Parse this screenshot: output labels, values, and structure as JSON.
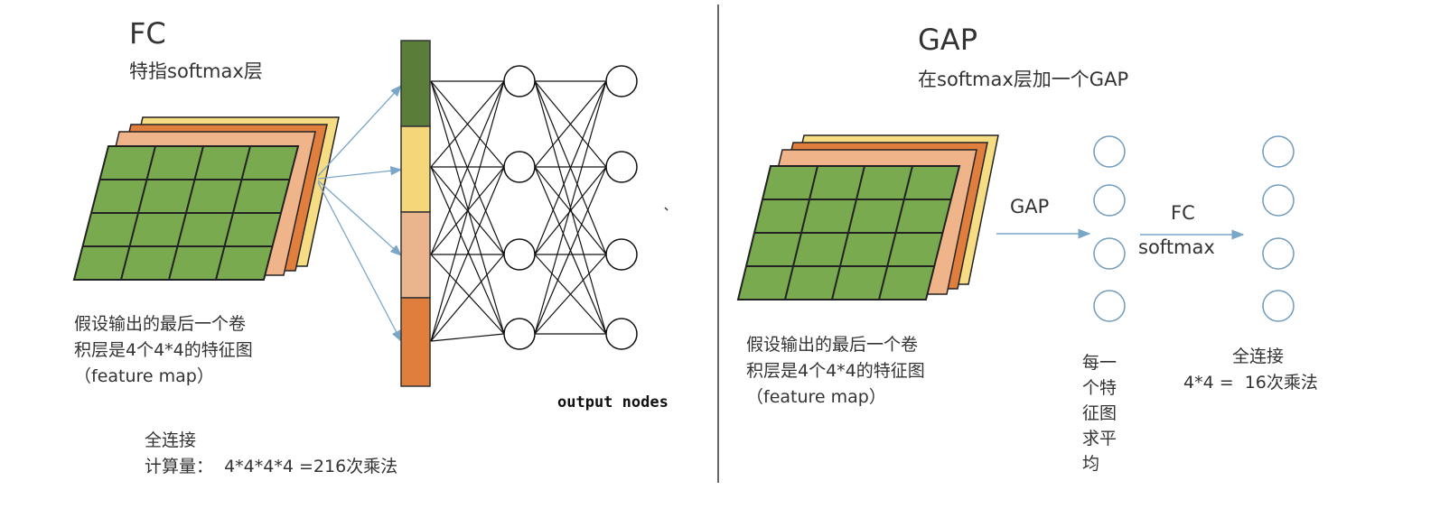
{
  "left": {
    "title": "FC",
    "subtitle": "特指softmax层",
    "feature_caption_line1": "假设输出的最后一个卷",
    "feature_caption_line2": "积层是4个4*4的特征图",
    "feature_caption_line3": "（feature map）",
    "output_label": "output nodes",
    "cost_line1": "全连接",
    "cost_line2": "计算量：  4*4*4*4 =216次乘法",
    "vector_colors": [
      "#5a7d3a",
      "#f5d77a",
      "#eab48c",
      "#e07e3e"
    ]
  },
  "right": {
    "title": "GAP",
    "subtitle": "在softmax层加一个GAP",
    "gap_arrow_label": "GAP",
    "fc_arrow_label_line1": "FC",
    "fc_arrow_label_line2": "softmax",
    "feature_caption_line1": "假设输出的最后一个卷",
    "feature_caption_line2": "积层是4个4*4的特征图",
    "feature_caption_line3": "（feature map）",
    "avg_caption_line1": "每一",
    "avg_caption_line2": "个特",
    "avg_caption_line3": "征图",
    "avg_caption_line4": "求平",
    "avg_caption_line5": "均",
    "fc_caption_line1": "全连接",
    "fc_caption_line2": "4*4 =  16次乘法"
  },
  "colors": {
    "map_green": "#7aaa4f",
    "map_peach": "#f0b48a",
    "map_orange": "#e07e3e",
    "map_yellow": "#f6dc83",
    "arrow_blue": "#7aa6c8"
  }
}
